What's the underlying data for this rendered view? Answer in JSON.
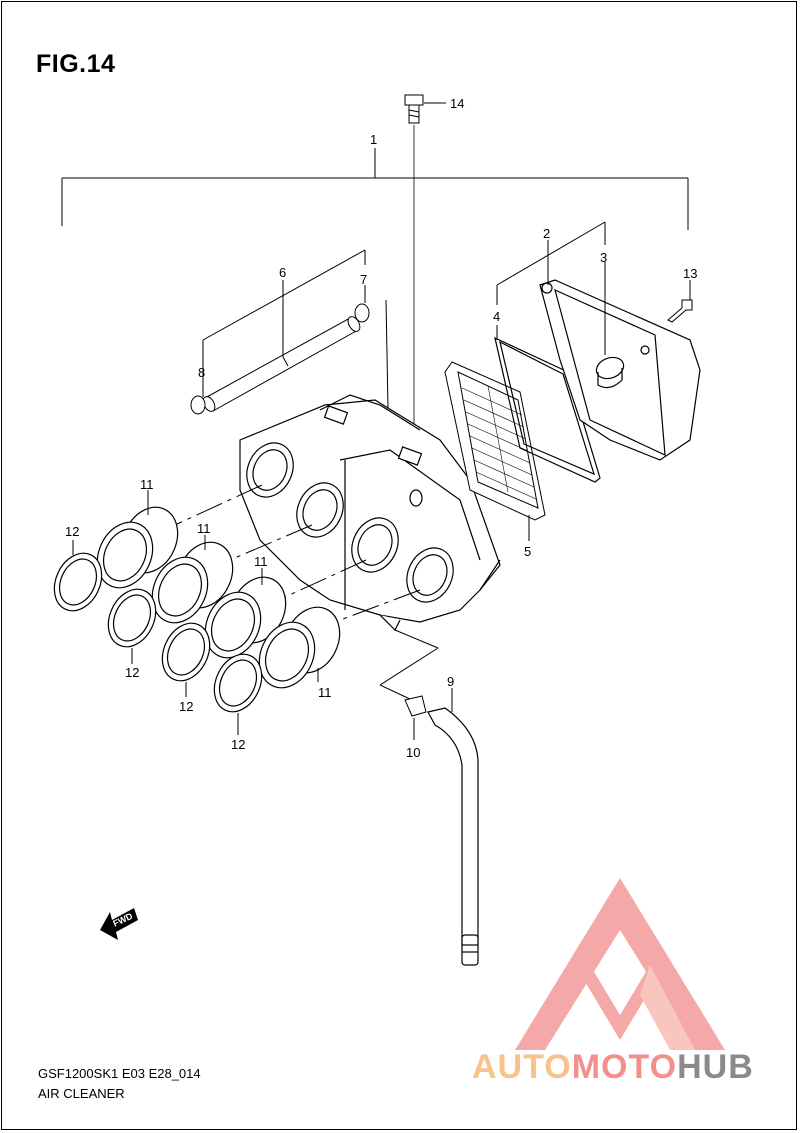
{
  "figure": {
    "title": "FIG.14",
    "model_code": "GSF1200SK1 E03 E28_014",
    "section_name": "AIR CLEANER"
  },
  "callouts": {
    "p1": "1",
    "p2": "2",
    "p3": "3",
    "p4": "4",
    "p5": "5",
    "p6": "6",
    "p7": "7",
    "p8": "8",
    "p9": "9",
    "p10": "10",
    "p11a": "11",
    "p11b": "11",
    "p11c": "11",
    "p11d": "11",
    "p12a": "12",
    "p12b": "12",
    "p12c": "12",
    "p12d": "12",
    "p13": "13",
    "p14": "14"
  },
  "fwd_label": "FWD",
  "watermark": {
    "part1": "AUTO",
    "part2": "MOTO",
    "part3": "HUB",
    "colors": {
      "auto": "#f7c38a",
      "moto": "#f3908c",
      "hub": "#8a8a8a"
    }
  }
}
